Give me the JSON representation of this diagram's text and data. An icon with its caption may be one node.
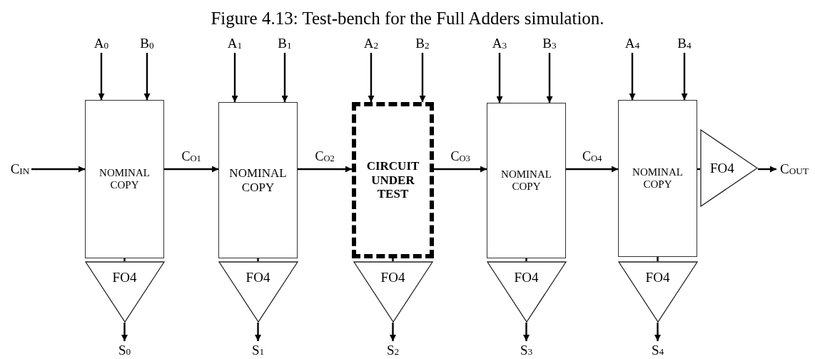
{
  "diagram": {
    "title": "Figure 4.13: Test-bench for the Full Adders simulation.",
    "nodes": [
      {
        "text": [
          "C$_{IN}$"
        ]
      },
      {
        "text": [
          "A$_{0}$"
        ]
      },
      {
        "text": [
          "B$_{0}$"
        ]
      },
      {
        "text": [
          "NOMINAL COPY"
        ]
      },
      {
        "text": [
          "FO4"
        ]
      },
      {
        "text": [
          "S$_{0}$"
        ]
      },
      {
        "text": [
          "A$_{1}$"
        ]
      },
      {
        "text": [
          "B$_{1}$"
        ]
      },
      {
        "text": [
          "NOMINAL COPY"
        ]
      },
      {
        "text": [
          "FO4"
        ]
      },
      {
        "text": [
          "S$_{1}$"
        ]
      },
      {
        "text": [
          "A$_{2}$"
        ]
      },
      {
        "text": [
          "B$_{2}$"
        ]
      },
      {
        "text": [
          "CIRCUIT UNDER TEST"
        ]
      },
      {
        "text": [
          "FO4"
        ]
      },
      {
        "text": [
          "S$_{2}$"
        ]
      },
      {
        "text": [
          "A$_{3}$"
        ]
      },
      {
        "text": [
          "B$_{3}$"
        ]
      },
      {
        "text": [
          "NOMINAL COPY"
        ]
      },
      {
        "text": [
          "FO4"
        ]
      },
      {
        "text": [
          "S$_{3}$"
        ]
      },
      {
        "text": [
          "A$_{4}$"
        ]
      },
      {
        "text": [
          "B$_{4}$"
        ]
      },
      {
        "text": [
          "NOMINAL COPY"
        ]
      },
      {
        "text": [
          "FO4"
        ]
      },
      {
        "text": [
          "S$_{4}$"
        ]
      },
      {
        "text": [
          "FO4"
        ]
      },
      {
        "text": [
          "C$_{OUT}$"
        ]
      }
    ],
    "edges": [
      {
        "from": 0,
        "to": 3,
        "arrow": "to"
      },
      {
        "from": 1,
        "to": 3,
        "arrow": "to"
      },
      {
        "from": 2,
        "to": 3,
        "arrow": "to"
      },
      {
        "from": 3,
        "to": 4,
        "arrow": "none"
      },
      {
        "from": 4,
        "to": 5,
        "arrow": "to"
      },
      {
        "from": 3,
        "to": 8,
        "arrow": "to",
        "label": "C$_{O1}$"
      },
      {
        "from": 6,
        "to": 8,
        "arrow": "to"
      },
      {
        "from": 7,
        "to": 8,
        "arrow": "to"
      },
      {
        "from": 8,
        "to": 9,
        "arrow": "none"
      },
      {
        "from": 9,
        "to": 10,
        "arrow": "to"
      },
      {
        "from": 8,
        "to": 13,
        "arrow": "to",
        "label": "C$_{O2}$"
      },
      {
        "from": 11,
        "to": 13,
        "arrow": "to"
      },
      {
        "from": 12,
        "to": 13,
        "arrow": "to"
      },
      {
        "from": 13,
        "to": 14,
        "arrow": "none"
      },
      {
        "from": 14,
        "to": 15,
        "arrow": "to"
      },
      {
        "from": 13,
        "to": 18,
        "arrow": "to",
        "label": "C$_{O3}$"
      },
      {
        "from": 16,
        "to": 18,
        "arrow": "to"
      },
      {
        "from": 17,
        "to": 18,
        "arrow": "to"
      },
      {
        "from": 18,
        "to": 19,
        "arrow": "none"
      },
      {
        "from": 19,
        "to": 20,
        "arrow": "to"
      },
      {
        "from": 18,
        "to": 23,
        "arrow": "to",
        "label": "C$_{O4}$"
      },
      {
        "from": 21,
        "to": 23,
        "arrow": "to"
      },
      {
        "from": 22,
        "to": 23,
        "arrow": "to"
      },
      {
        "from": 23,
        "to": 24,
        "arrow": "none"
      },
      {
        "from": 24,
        "to": 25,
        "arrow": "to"
      },
      {
        "from": 23,
        "to": 26,
        "arrow": "none"
      },
      {
        "from": 26,
        "to": 27,
        "arrow": "to"
      }
    ]
  }
}
